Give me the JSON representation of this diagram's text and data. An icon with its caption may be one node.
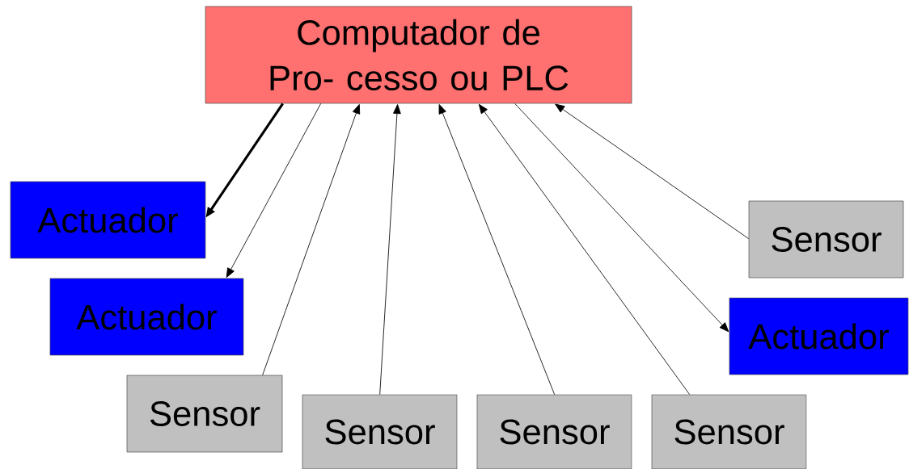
{
  "diagram": {
    "nodes": [
      {
        "text": [
          "Computador de Pro- cesso ou PLC"
        ]
      },
      {
        "text": [
          "Actuador"
        ]
      },
      {
        "text": [
          "Actuador"
        ]
      },
      {
        "text": [
          "Sensor"
        ]
      },
      {
        "text": [
          "Sensor"
        ]
      },
      {
        "text": [
          "Sensor"
        ]
      },
      {
        "text": [
          "Sensor"
        ]
      },
      {
        "text": [
          "Actuador"
        ]
      },
      {
        "text": [
          "Sensor"
        ]
      }
    ],
    "edges": [
      {
        "from": 0,
        "to": 1,
        "arrow": "to",
        "style": "thick"
      },
      {
        "from": 0,
        "to": 2,
        "arrow": "to"
      },
      {
        "from": 3,
        "to": 0,
        "arrow": "to"
      },
      {
        "from": 4,
        "to": 0,
        "arrow": "to"
      },
      {
        "from": 5,
        "to": 0,
        "arrow": "to"
      },
      {
        "from": 6,
        "to": 0,
        "arrow": "to"
      },
      {
        "from": 0,
        "to": 7,
        "arrow": "to"
      },
      {
        "from": 8,
        "to": 0,
        "arrow": "to"
      }
    ]
  }
}
